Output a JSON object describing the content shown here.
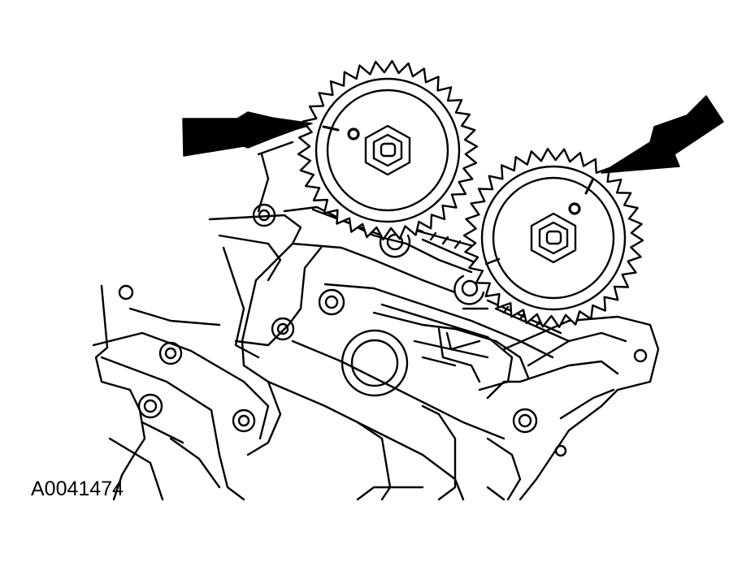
{
  "figure": {
    "id_label": "A0041474"
  },
  "colors": {
    "line": "#000000",
    "background": "#ffffff"
  },
  "sprockets": [
    {
      "name": "left-camshaft-sprocket",
      "teeth": 34
    },
    {
      "name": "right-camshaft-sprocket",
      "teeth": 34
    }
  ]
}
